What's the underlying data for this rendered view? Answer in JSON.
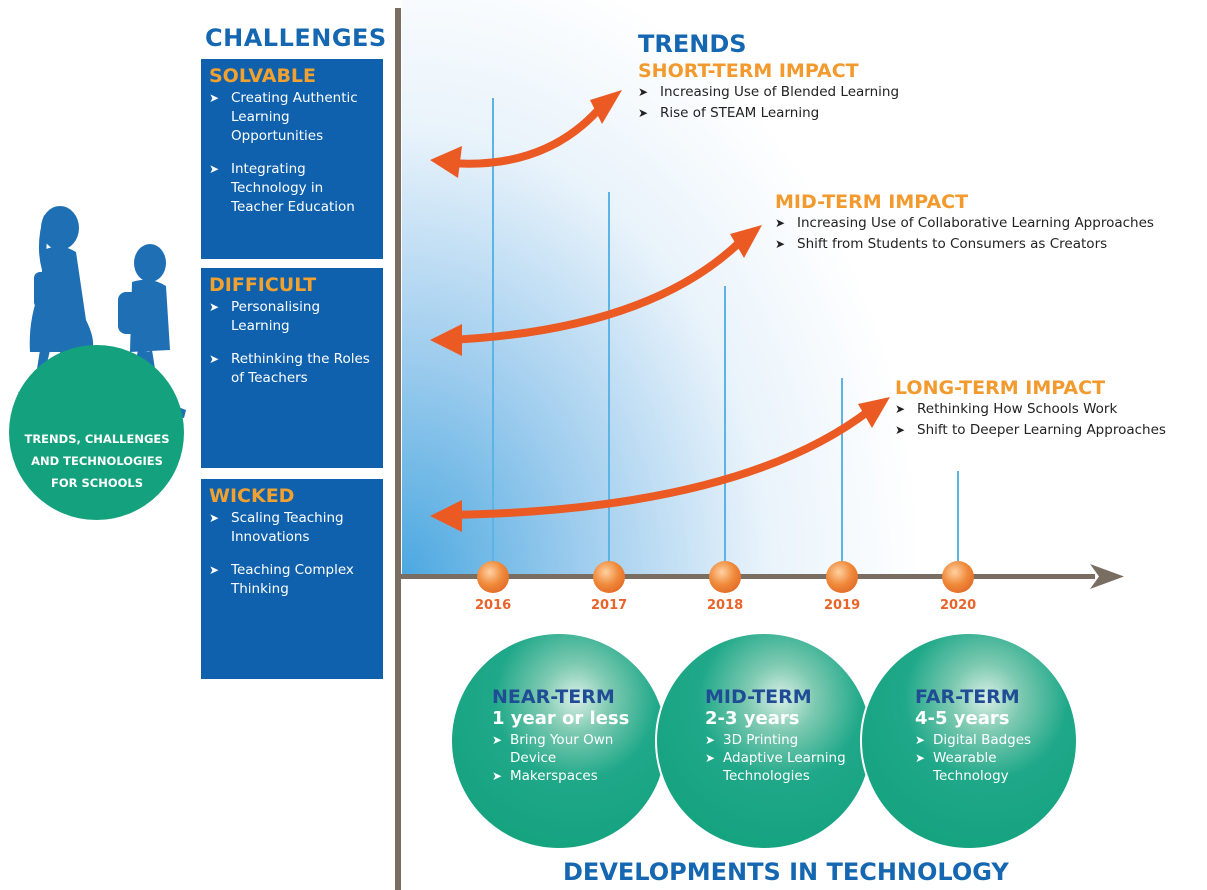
{
  "challenges": {
    "title": "CHALLENGES",
    "solvable": {
      "heading": "SOLVABLE",
      "items": [
        "Creating Authentic Learning Opportunities",
        "Integrating Technology in Teacher Education"
      ]
    },
    "difficult": {
      "heading": "DIFFICULT",
      "items": [
        "Personalising Learning",
        "Rethinking the Roles of Teachers"
      ]
    },
    "wicked": {
      "heading": "WICKED",
      "items": [
        "Scaling Teaching Innovations",
        "Teaching Complex Thinking"
      ]
    }
  },
  "badge": {
    "line1": "TRENDS, CHALLENGES",
    "line2": "AND TECHNOLOGIES",
    "line3": "FOR SCHOOLS"
  },
  "trends": {
    "title": "TRENDS",
    "short": {
      "heading": "SHORT-TERM IMPACT",
      "items": [
        "Increasing Use of Blended Learning",
        "Rise of STEAM Learning"
      ]
    },
    "mid": {
      "heading": "MID-TERM IMPACT",
      "items": [
        "Increasing Use of Collaborative Learning Approaches",
        "Shift from Students to Consumers as Creators"
      ]
    },
    "long": {
      "heading": "LONG-TERM IMPACT",
      "items": [
        "Rethinking How Schools Work",
        "Shift to Deeper Learning Approaches"
      ]
    }
  },
  "timeline": {
    "years": [
      "2016",
      "2017",
      "2018",
      "2019",
      "2020"
    ]
  },
  "developments": {
    "title": "DEVELOPMENTS IN TECHNOLOGY",
    "near": {
      "heading": "NEAR-TERM",
      "sub": "1 year or less",
      "items": [
        "Bring Your Own Device",
        "Makerspaces"
      ]
    },
    "mid": {
      "heading": "MID-TERM",
      "sub": "2-3 years",
      "items": [
        "3D Printing",
        "Adaptive Learning Technologies"
      ]
    },
    "far": {
      "heading": "FAR-TERM",
      "sub": "4-5 years",
      "items": [
        "Digital Badges",
        "Wearable Technology"
      ]
    }
  },
  "bullet_glyph": "➤",
  "colors": {
    "blue": "#0f61ad",
    "orange": "#f29a2e",
    "arrow": "#ec5a24",
    "teal": "#10a07a",
    "axis": "#7a6e63"
  }
}
